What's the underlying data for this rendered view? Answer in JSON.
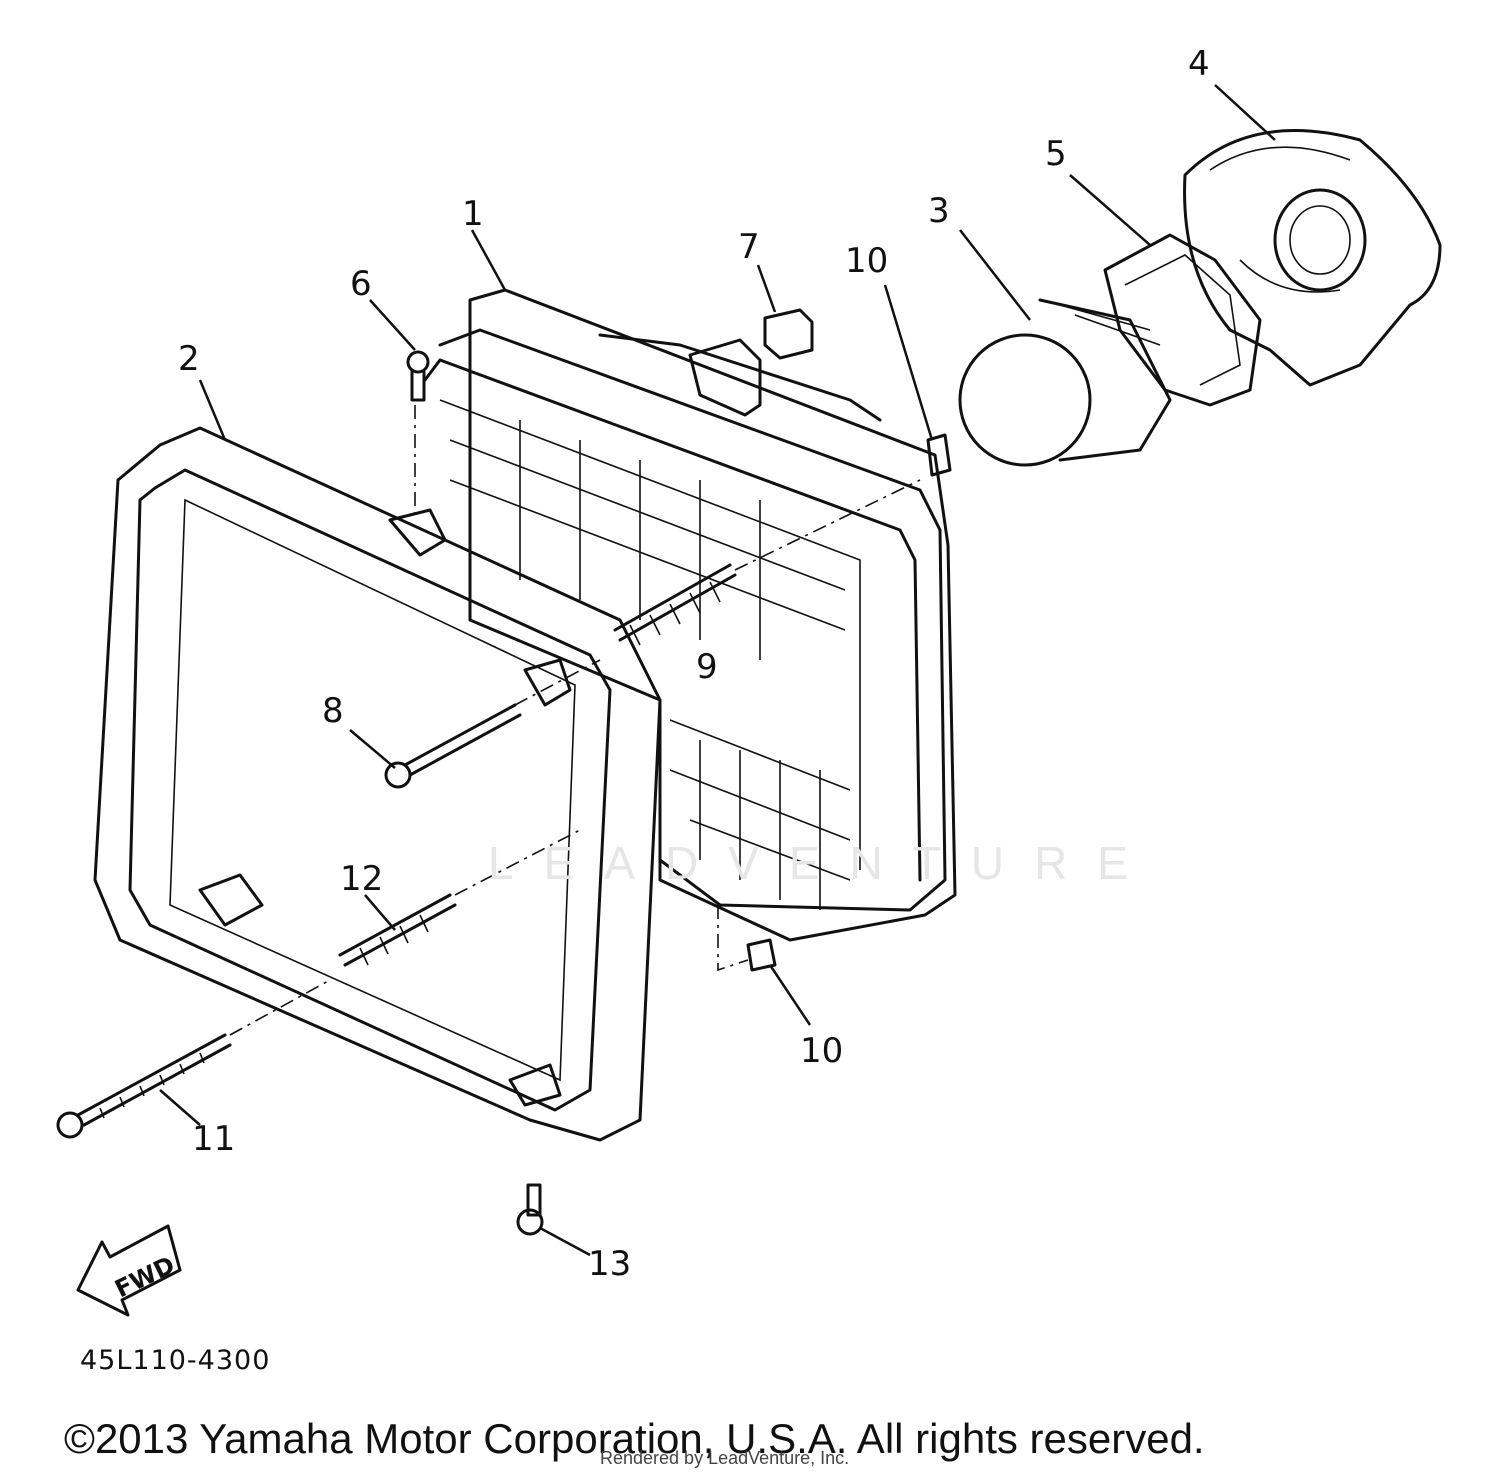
{
  "callouts": [
    {
      "id": "1",
      "label": "1"
    },
    {
      "id": "2",
      "label": "2"
    },
    {
      "id": "3",
      "label": "3"
    },
    {
      "id": "4",
      "label": "4"
    },
    {
      "id": "5",
      "label": "5"
    },
    {
      "id": "6",
      "label": "6"
    },
    {
      "id": "7",
      "label": "7"
    },
    {
      "id": "8",
      "label": "8"
    },
    {
      "id": "9",
      "label": "9"
    },
    {
      "id": "10a",
      "label": "10"
    },
    {
      "id": "10b",
      "label": "10"
    },
    {
      "id": "11",
      "label": "11"
    },
    {
      "id": "12",
      "label": "12"
    },
    {
      "id": "13",
      "label": "13"
    }
  ],
  "fwd_label": "FWD",
  "drawing_code": "45L110-4300",
  "watermark": "LEADVENTURE",
  "copyright": "©2013 Yamaha Motor Corporation, U.S.A. All rights reserved.",
  "rendered_by": "Rendered by LeadVenture, Inc."
}
